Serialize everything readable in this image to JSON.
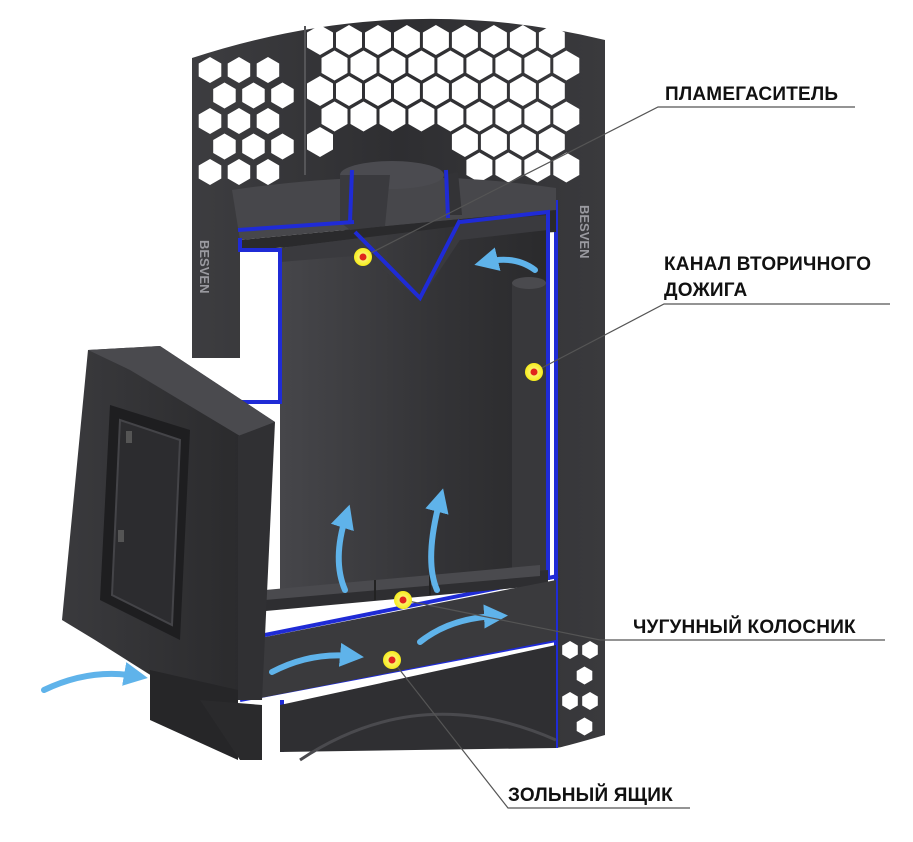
{
  "labels": {
    "flame_arrester": "ПЛАМЕГАСИТЕЛЬ",
    "secondary_channel_line1": "КАНАЛ ВТОРИЧНОГО",
    "secondary_channel_line2": "ДОЖИГА",
    "grate": "ЧУГУННЫЙ КОЛОСНИК",
    "ash_box": "ЗОЛЬНЫЙ ЯЩИК"
  },
  "brand_text": "BESVEN",
  "colors": {
    "metal_dark": "#2b2b2d",
    "metal_mid": "#3b3b3e",
    "metal_light": "#55555a",
    "section_edge": "#1f2bd6",
    "marker_fill": "#f6ec1a",
    "marker_center": "#e0261c",
    "airflow": "#5fb3ea",
    "leader_line": "#555555"
  }
}
